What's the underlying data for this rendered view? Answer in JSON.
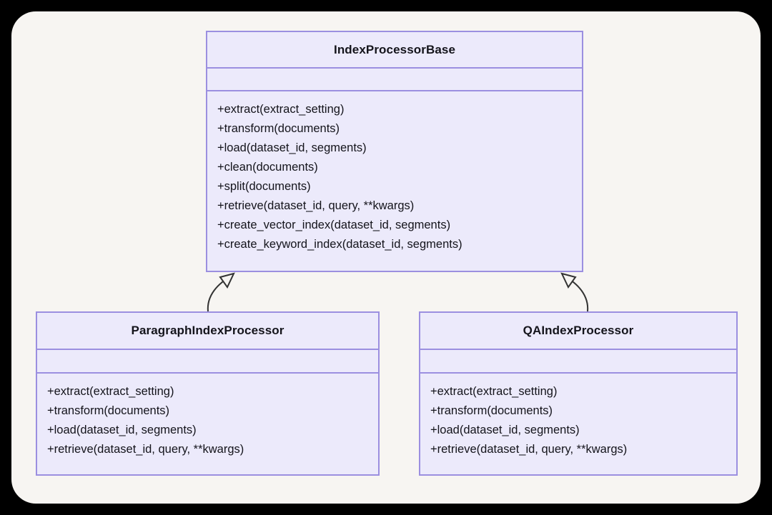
{
  "diagram": {
    "type": "uml-class-diagram",
    "canvas_background": "#000000",
    "panel_background": "#F7F5F2",
    "class_fill": "#ECEAFB",
    "class_border": "#9B8FE0",
    "connector_color": "#333333",
    "text_color": "#14141B"
  },
  "classes": {
    "base": {
      "name": "IndexProcessorBase",
      "attributes": [],
      "methods": [
        "+extract(extract_setting)",
        "+transform(documents)",
        "+load(dataset_id, segments)",
        "+clean(documents)",
        "+split(documents)",
        "+retrieve(dataset_id, query, **kwargs)",
        "+create_vector_index(dataset_id, segments)",
        "+create_keyword_index(dataset_id, segments)"
      ]
    },
    "paragraph": {
      "name": "ParagraphIndexProcessor",
      "attributes": [],
      "methods": [
        "+extract(extract_setting)",
        "+transform(documents)",
        "+load(dataset_id, segments)",
        "+retrieve(dataset_id, query, **kwargs)"
      ]
    },
    "qa": {
      "name": "QAIndexProcessor",
      "attributes": [],
      "methods": [
        "+extract(extract_setting)",
        "+transform(documents)",
        "+load(dataset_id, segments)",
        "+retrieve(dataset_id, query, **kwargs)"
      ]
    }
  },
  "relationships": [
    {
      "kind": "inheritance",
      "from": "ParagraphIndexProcessor",
      "to": "IndexProcessorBase"
    },
    {
      "kind": "inheritance",
      "from": "QAIndexProcessor",
      "to": "IndexProcessorBase"
    }
  ]
}
